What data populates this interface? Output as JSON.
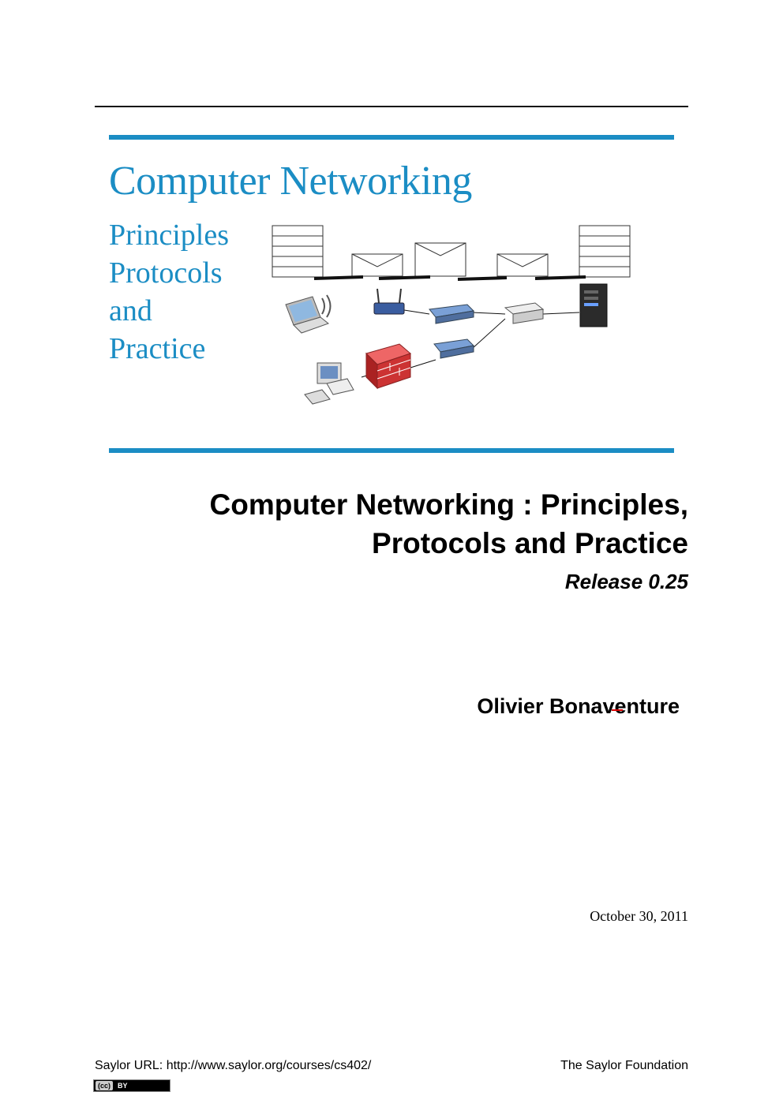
{
  "cover": {
    "title": "Computer Networking",
    "subtitle_lines": [
      "Principles",
      "Protocols",
      "and",
      "Practice"
    ]
  },
  "document": {
    "title_line1": "Computer Networking : Principles,",
    "title_line2": "Protocols and Practice",
    "release": "Release 0.25",
    "author": "Olivier Bonaventure",
    "date": "October 30, 2011"
  },
  "footer": {
    "url": "Saylor URL: http://www.saylor.org/courses/cs402/",
    "foundation": "The Saylor Foundation",
    "license_cc": "(cc)",
    "license_by": "BY"
  },
  "icons": [
    "laptop-icon",
    "wireless-router-icon",
    "switch-icon",
    "hub-icon",
    "server-icon",
    "firewall-icon",
    "desktop-computer-icon",
    "envelope-icon",
    "packet-stack-icon"
  ],
  "colors": {
    "accent": "#1b8dc4",
    "firewall": "#d33",
    "device": "#5a7fb5"
  }
}
